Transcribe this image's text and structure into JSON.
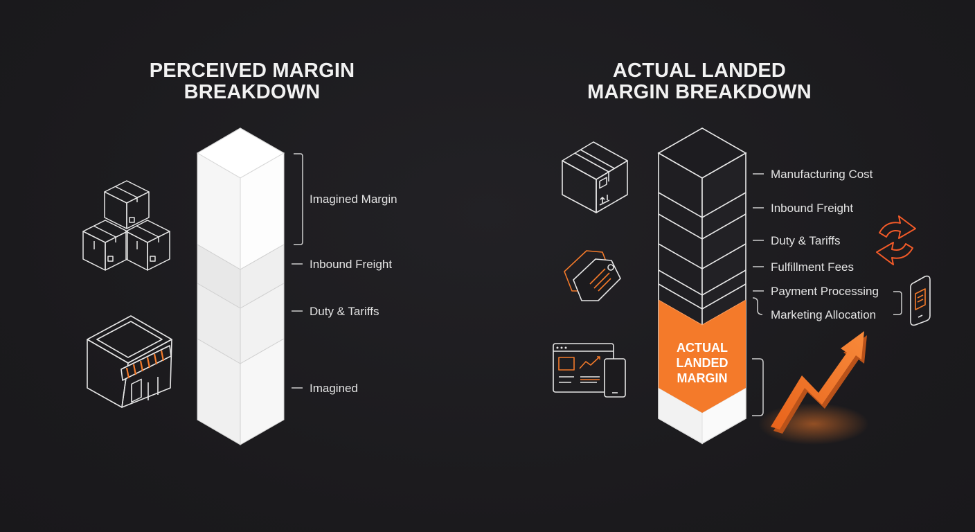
{
  "left": {
    "title_line1": "PERCEIVED MARGIN",
    "title_line2": "BREAKDOWN",
    "labels": {
      "imagined_margin": "Imagined Margin",
      "inbound_freight": "Inbound Freight",
      "duty_tariffs": "Duty & Tariffs",
      "imagined": "Imagined"
    }
  },
  "right": {
    "title_line1": "ACTUAL LANDED",
    "title_line2": "MARGIN BREAKDOWN",
    "labels": {
      "manufacturing_cost": "Manufacturing Cost",
      "inbound_freight": "Inbound Freight",
      "duty_tariffs": "Duty & Tariffs",
      "fulfillment_fees": "Fulfillment Fees",
      "payment_processing": "Payment Processing",
      "marketing_allocation": "Marketing Allocation"
    },
    "actual_block": {
      "line1": "ACTUAL",
      "line2": "LANDED",
      "line3": "MARGIN"
    }
  },
  "colors": {
    "background": "#1c1b1e",
    "accent": "#f47a2a",
    "line": "#e8e8e8",
    "white_block": "#f4f4f4"
  },
  "icons": [
    "stacked-boxes-icon",
    "storefront-icon",
    "package-icon",
    "price-tag-icon",
    "analytics-dashboard-icon",
    "refresh-arrows-icon",
    "mobile-phone-icon",
    "trend-up-arrow-icon"
  ]
}
